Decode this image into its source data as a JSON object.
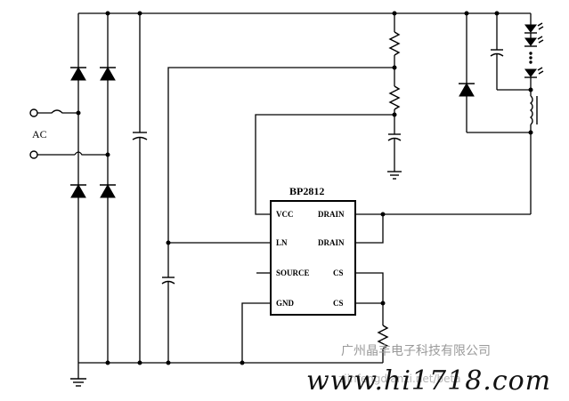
{
  "diagram": {
    "ic_name": "BP2812",
    "ac_label": "AC",
    "pins_left": [
      "VCC",
      "LN",
      "SOURCE",
      "GND"
    ],
    "pins_right": [
      "DRAIN",
      "DRAIN",
      "CS",
      "CS"
    ]
  },
  "watermark": {
    "company": "广州晶丰电子科技有限公司",
    "site": "www.hi1718.com",
    "faint": "zjinfengdianzi.net/beta"
  }
}
